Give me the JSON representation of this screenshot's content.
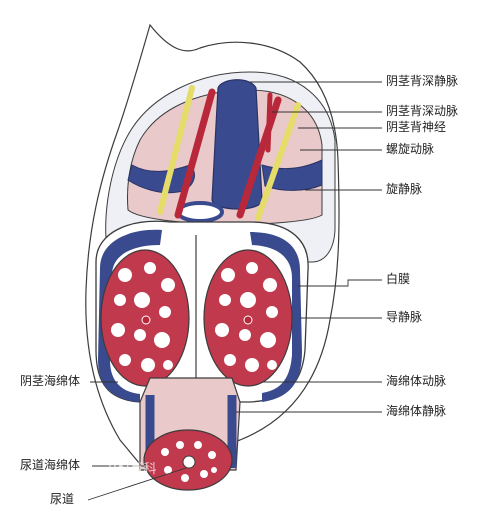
{
  "labels": {
    "dorsal_deep_vein": "阴茎背深静脉",
    "dorsal_deep_artery": "阴茎背深动脉",
    "dorsal_nerve": "阴茎背神经",
    "helicine_artery": "螺旋动脉",
    "circumflex_vein": "旋静脉",
    "tunica_albuginea": "白膜",
    "emissary_vein": "导静脉",
    "cavernous_artery": "海绵体动脉",
    "cavernous_vein": "海绵体静脉",
    "corpus_cavernosum": "阴茎海绵体",
    "corpus_spongiosum": "尿道海绵体",
    "urethra": "尿道"
  },
  "watermark": "Bai百科",
  "colors": {
    "vein": "#3a4a8e",
    "artery": "#b8283a",
    "nerve": "#e6dc6a",
    "skin": "#e9c9c9",
    "fascia": "#eef0f6",
    "outline": "#3c3c3c"
  }
}
